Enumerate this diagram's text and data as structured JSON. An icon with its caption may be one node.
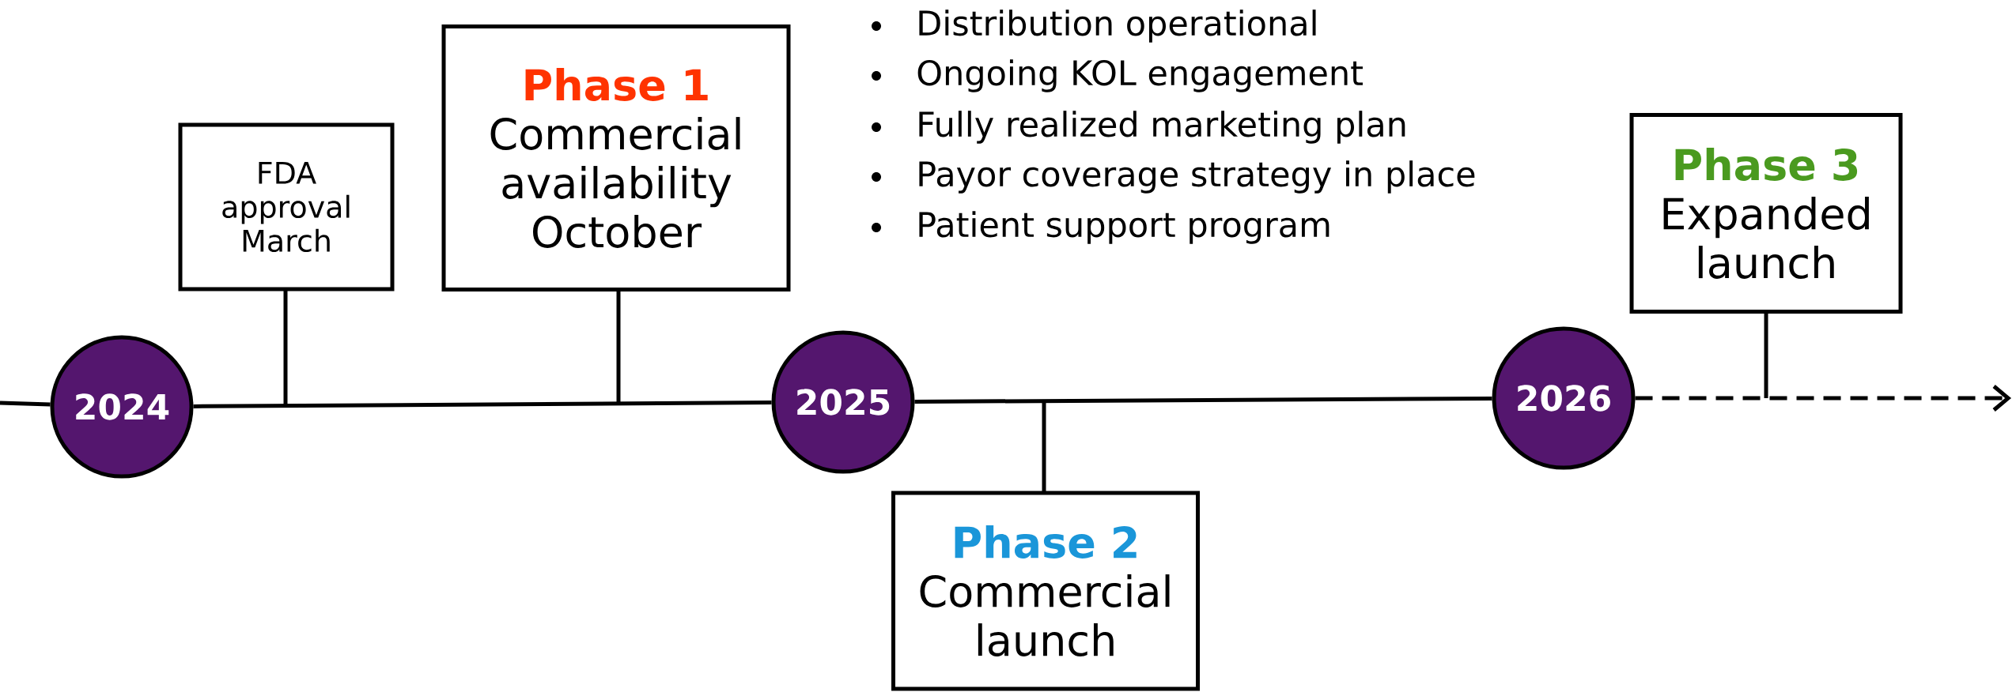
{
  "diagram": {
    "nodes": [
      {
        "text": [
          "2024"
        ]
      },
      {
        "text": [
          "2025"
        ]
      },
      {
        "text": [
          "2026"
        ]
      },
      {
        "text": [
          "FDA approval March"
        ]
      },
      {
        "text": [
          "Phase 1",
          "Commercial availability October"
        ]
      },
      {
        "text": [
          "Phase 2",
          "Commercial launch"
        ]
      },
      {
        "text": [
          "Phase 3",
          "Expanded launch"
        ]
      }
    ],
    "edges": [
      {
        "from": null,
        "to": 0,
        "arrow": "none"
      },
      {
        "from": 0,
        "to": 1,
        "arrow": "none"
      },
      {
        "from": 1,
        "to": 2,
        "arrow": "none"
      },
      {
        "from": 2,
        "to": null,
        "arrow": "to",
        "style": "dashed"
      },
      {
        "from": 3,
        "to": null,
        "arrow": "none"
      },
      {
        "from": 4,
        "to": null,
        "arrow": "none"
      },
      {
        "from": 5,
        "to": null,
        "arrow": "none"
      },
      {
        "from": 6,
        "to": null,
        "arrow": "none"
      }
    ],
    "labels": [
      "Distribution operational",
      "Ongoing KOL engagement",
      "Fully realized marketing plan",
      "Payor coverage strategy in place",
      "Patient support program"
    ]
  }
}
